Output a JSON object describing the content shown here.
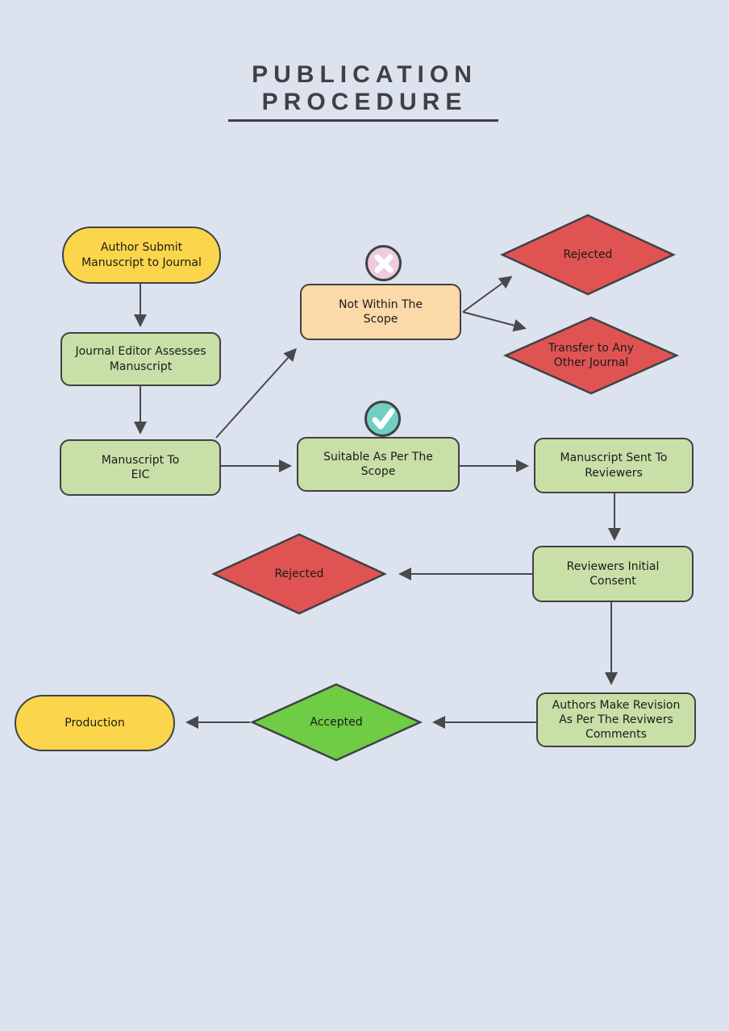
{
  "palette": {
    "background": "#DDE3EE",
    "node_border": "#3F4245",
    "arrow": "#474A4D",
    "yellow": "#FBD64C",
    "green": "#C8DFA7",
    "peach": "#FBD9A8",
    "red": "#DF5452",
    "bright_green": "#6ECC45",
    "pink_icon": "#EFCBDE",
    "teal_icon": "#70CFC0",
    "title_color": "#3E4044"
  },
  "title": {
    "line1": "PUBLICATION",
    "line2": "PROCEDURE"
  },
  "nodes": {
    "author_submit": {
      "label": "Author Submit Manuscript to Journal",
      "shape": "terminator"
    },
    "journal_editor": {
      "label": "Journal Editor Assesses Manuscript",
      "shape": "process"
    },
    "manuscript_to_eic": {
      "label": "Manuscript To EIC",
      "shape": "process"
    },
    "not_within_scope": {
      "label": "Not Within The Scope",
      "shape": "process"
    },
    "rejected_top": {
      "label": "Rejected",
      "shape": "decision"
    },
    "transfer_other_journal": {
      "label": "Transfer to Any Other Journal",
      "shape": "decision"
    },
    "suitable_scope": {
      "label": "Suitable As Per The Scope",
      "shape": "process"
    },
    "manuscript_sent_reviewers": {
      "label": "Manuscript Sent To Reviewers",
      "shape": "process"
    },
    "reviewers_initial_consent": {
      "label": "Reviewers Initial Consent",
      "shape": "process"
    },
    "rejected_mid": {
      "label": "Rejected",
      "shape": "decision"
    },
    "authors_make_revision": {
      "label": "Authors Make Revision As Per The Reviwers Comments",
      "shape": "process"
    },
    "accepted": {
      "label": "Accepted",
      "shape": "decision"
    },
    "production": {
      "label": "Production",
      "shape": "terminator"
    }
  },
  "icons": {
    "not_within_scope_marker": "cross-icon",
    "suitable_scope_marker": "check-icon"
  }
}
